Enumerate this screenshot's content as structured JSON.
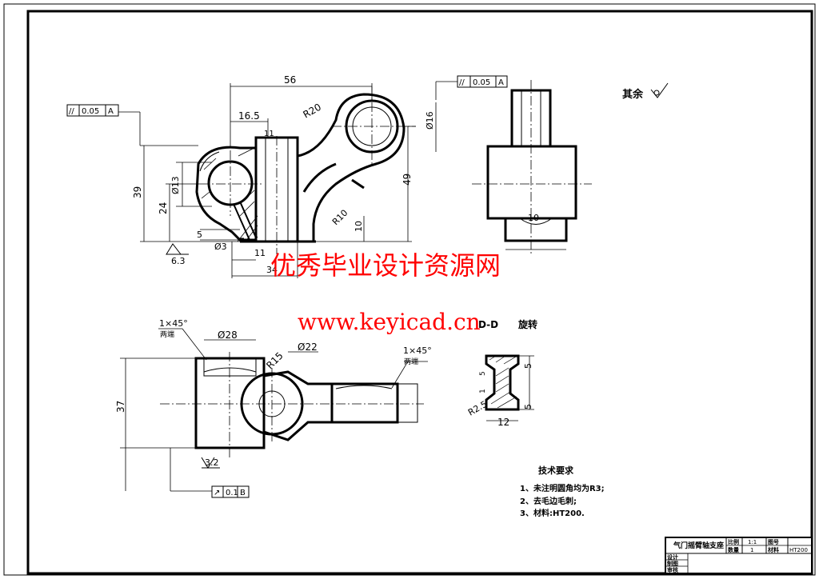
{
  "dims": {
    "d56": "56",
    "d16_5": "16.5",
    "d11_top": "11",
    "r20": "R20",
    "d39": "39",
    "d24": "24",
    "d13": "Ø13",
    "d49": "49",
    "d16": "Ø16",
    "r10": "R10",
    "d10_side": "10",
    "d5": "5",
    "d3": "Ø3",
    "d11_bot": "11",
    "d34": "34",
    "d10_right": "10",
    "d28": "Ø28",
    "r15": "R15",
    "d22": "Ø22",
    "d37": "37",
    "c1": "1×45°",
    "c2": "1×45°",
    "sec_a": "5",
    "sec_b": "5",
    "sec_r": "R2.5",
    "sec_w": "12",
    "sec_c": "5",
    "sec_d": "1"
  },
  "tolerances": {
    "t1_val": "0.05",
    "t1_ref": "A",
    "t2_val": "0.05",
    "t2_ref": "A",
    "t3_val": "0.1",
    "t3_ref": "B"
  },
  "roughness": {
    "r63": "6.3",
    "r32": "3.2",
    "rest_label": "其余"
  },
  "labels": {
    "section": "D-D",
    "rotate": "旋转",
    "both_ends_1": "两端",
    "both_ends_2": "两端"
  },
  "notes": {
    "title": "技术要求",
    "items": [
      "1、未注明圆角均为R3;",
      "2、去毛边毛刺;",
      "3、材料:HT200."
    ]
  },
  "title_block": {
    "part_name": "气门摇臂轴支座",
    "scale_label": "比例",
    "scale": "1:1",
    "drawing_no_label": "图号",
    "qty_label": "数量",
    "qty": "1",
    "material_label": "材料",
    "material": "HT200",
    "design": "设计",
    "draw": "制图",
    "check": "审核"
  },
  "watermark": {
    "line1": "优秀毕业设计资源网",
    "line2": "www.keyicad.cn"
  }
}
